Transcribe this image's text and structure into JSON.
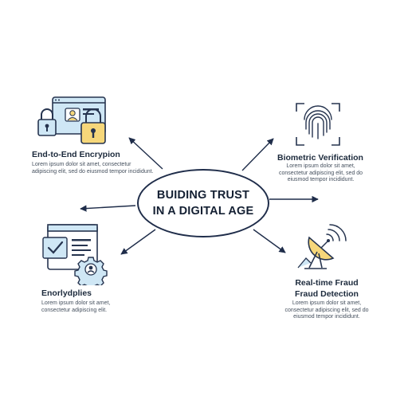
{
  "center": {
    "line1": "BUIDING TRUST",
    "line2": "IN A DIGITAL AGE"
  },
  "nodes": {
    "top_left": {
      "title": "End-to-End Encrypion",
      "desc": "Lorem ipsum dolor sit amet, consectetur\nadipiscing elit, sed do eiusmod tempor incididunt."
    },
    "top_right": {
      "title": "Biometric Verification",
      "desc": "Lorem ipsum dolor sit amet,\nconsectetur adipiscing elit, sed do\neiusmod tempor incididunt."
    },
    "bottom_left": {
      "title": "Enorlydplies",
      "desc": "Lorem ipsum dolor sit amet,\nconsectetur adipiscing elit."
    },
    "bottom_right": {
      "title": "Real-time Fraud\nFraud Detection",
      "desc": "Lorem ipsum dolor sit amet,\nconsectetur adipiscing elit, sed do\neiusmod tempor incididunt."
    }
  },
  "colors": {
    "navy": "#1f2d4a",
    "light_blue": "#cfe7f5",
    "yellow": "#f6d77a",
    "outline": "#26344f"
  },
  "icons": {
    "top_left": "lock-screen-icon",
    "top_right": "fingerprint-icon",
    "bottom_left": "checklist-gear-icon",
    "bottom_right": "satellite-dish-icon"
  }
}
